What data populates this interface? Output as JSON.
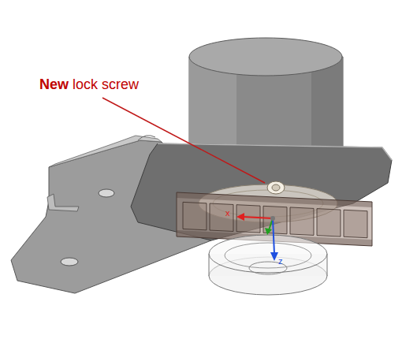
{
  "diagram": {
    "labels": [
      "New",
      "lock screw",
      "x",
      "z"
    ]
  }
}
